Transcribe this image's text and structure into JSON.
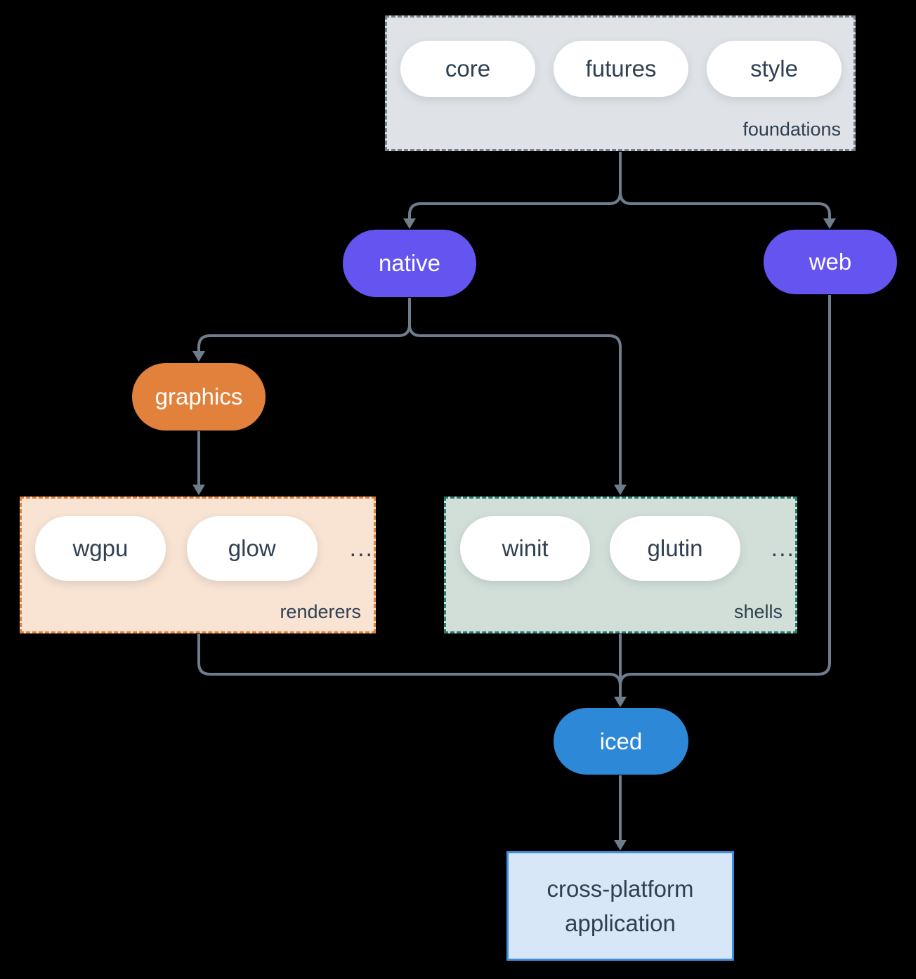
{
  "diagram": {
    "background_color": "#000000",
    "connector_color": "#6e7d8c"
  },
  "colors": {
    "purple_node": "#6455f0",
    "orange_node": "#e2813b",
    "blue_node": "#2e88d8",
    "white_pill": "#ffffff",
    "dark_text": "#2e4052",
    "foundations_bg": "#dfe3e7",
    "foundations_border": "#73828f",
    "renderers_bg": "#f9e3d2",
    "renderers_border": "#e2813b",
    "shells_bg": "#d2dfd9",
    "shells_border": "#287d6e",
    "application_bg": "#d7e7f8",
    "application_border": "#3e8ee0"
  },
  "groups": {
    "foundations": {
      "label": "foundations",
      "pills": [
        "core",
        "futures",
        "style"
      ]
    },
    "renderers": {
      "label": "renderers",
      "pills": [
        "wgpu",
        "glow"
      ],
      "ellipsis": "..."
    },
    "shells": {
      "label": "shells",
      "pills": [
        "winit",
        "glutin"
      ],
      "ellipsis": "..."
    }
  },
  "nodes": {
    "native": "native",
    "web": "web",
    "graphics": "graphics",
    "iced": "iced",
    "application": "cross-platform application"
  }
}
